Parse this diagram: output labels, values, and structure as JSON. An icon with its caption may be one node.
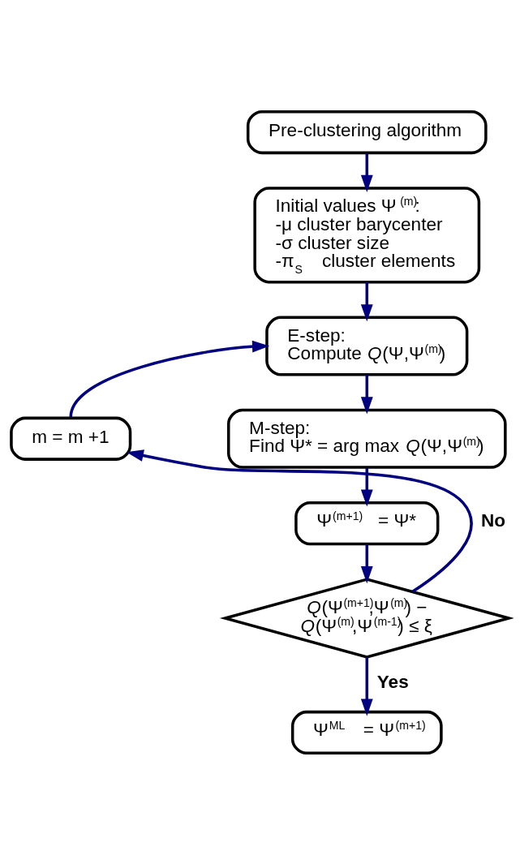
{
  "diagram": {
    "nodes": [
      {
        "text": [
          "Pre-clustering algorithm"
        ]
      },
      {
        "text": [
          "Initial values Ψ$^{(m)}$:",
          "-μ cluster barycenter",
          "-σ cluster size",
          "-π$_{S}$ cluster elements"
        ]
      },
      {
        "text": [
          "E-step:",
          "Compute *Q*(Ψ,Ψ$^{(m)}$)"
        ]
      },
      {
        "text": [
          "m = m +1"
        ]
      },
      {
        "text": [
          "M-step:",
          "Find Ψ* = arg max *Q*(Ψ,Ψ$^{(m)}$)"
        ]
      },
      {
        "text": [
          "Ψ$^{(m+1)}$ = Ψ*"
        ]
      },
      {
        "text": [
          "*Q*(Ψ$^{(m+1)}$,Ψ$^{(m)}$) − *Q*(Ψ$^{(m)}$,Ψ$^{(m-1)}$) ≤ ξ"
        ]
      },
      {
        "text": [
          "Ψ$^{ML}$ = Ψ$^{(m+1)}$"
        ]
      }
    ],
    "edges": [
      {
        "from": 0,
        "to": 1,
        "arrow": "to"
      },
      {
        "from": 1,
        "to": 2,
        "arrow": "to"
      },
      {
        "from": 2,
        "to": 4,
        "arrow": "to"
      },
      {
        "from": 4,
        "to": 5,
        "arrow": "to"
      },
      {
        "from": 5,
        "to": 6,
        "arrow": "to"
      },
      {
        "from": 6,
        "to": 7,
        "label": "Yes",
        "arrow": "to"
      },
      {
        "from": 6,
        "to": 3,
        "label": "No",
        "arrow": "to"
      },
      {
        "from": 3,
        "to": 2,
        "arrow": "to"
      }
    ]
  }
}
